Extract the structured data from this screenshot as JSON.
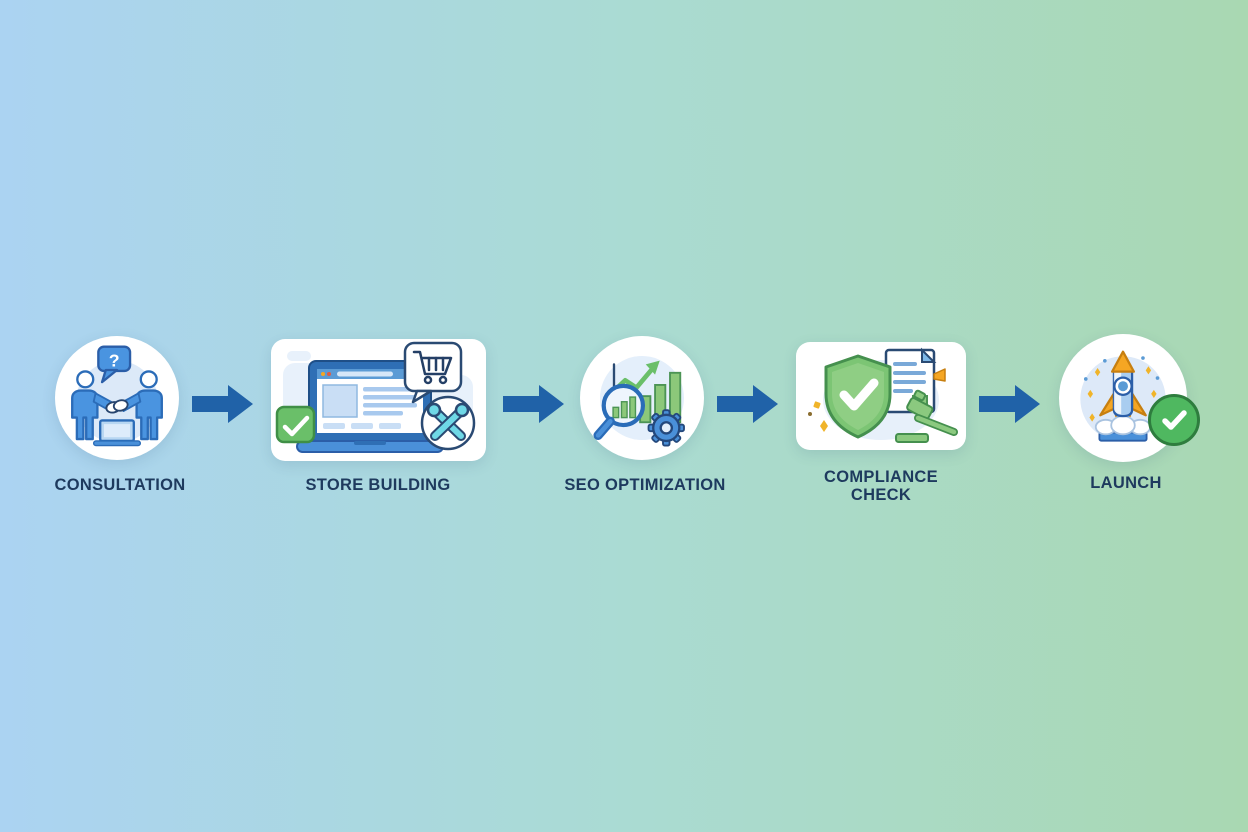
{
  "diagram": {
    "type": "process-flow",
    "direction": "left-to-right",
    "background": {
      "gradient_start": "#abd3f2",
      "gradient_mid": "#aadbd3",
      "gradient_end": "#a9d8b2"
    },
    "arrow_color": "#2062a8",
    "label_color": "#1e3a5e",
    "accent_blue": "#4a94e0",
    "accent_green": "#7cc574",
    "accent_orange": "#f5a623",
    "steps": [
      {
        "index": 1,
        "label": "CONSULTATION",
        "icon": "handshake-question-laptop-icon",
        "shape": "circle"
      },
      {
        "index": 2,
        "label": "STORE BUILDING",
        "icon": "laptop-cart-tools-icon",
        "shape": "card"
      },
      {
        "index": 3,
        "label": "SEO OPTIMIZATION",
        "icon": "chart-magnifier-gear-icon",
        "shape": "circle"
      },
      {
        "index": 4,
        "label": "COMPLIANCE CHECK",
        "icon": "shield-document-gavel-icon",
        "shape": "card"
      },
      {
        "index": 5,
        "label": "LAUNCH",
        "icon": "rocket-check-icon",
        "shape": "circle"
      }
    ]
  }
}
